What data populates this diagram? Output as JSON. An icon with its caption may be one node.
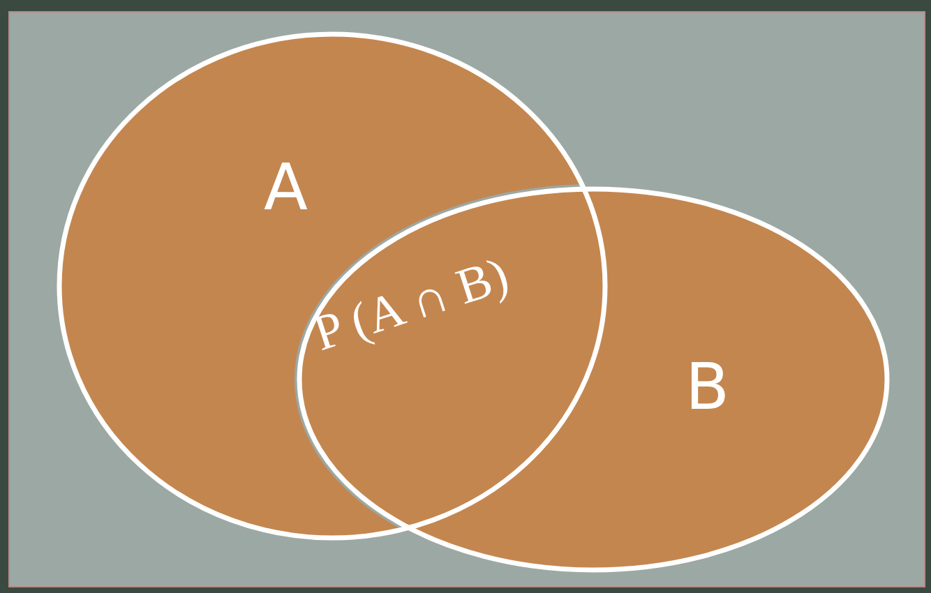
{
  "diagram": {
    "nodes": [
      {
        "text": [
          "A"
        ]
      },
      {
        "text": [
          "B"
        ]
      }
    ],
    "labels": [
      "P (A ∩ B)"
    ]
  }
}
